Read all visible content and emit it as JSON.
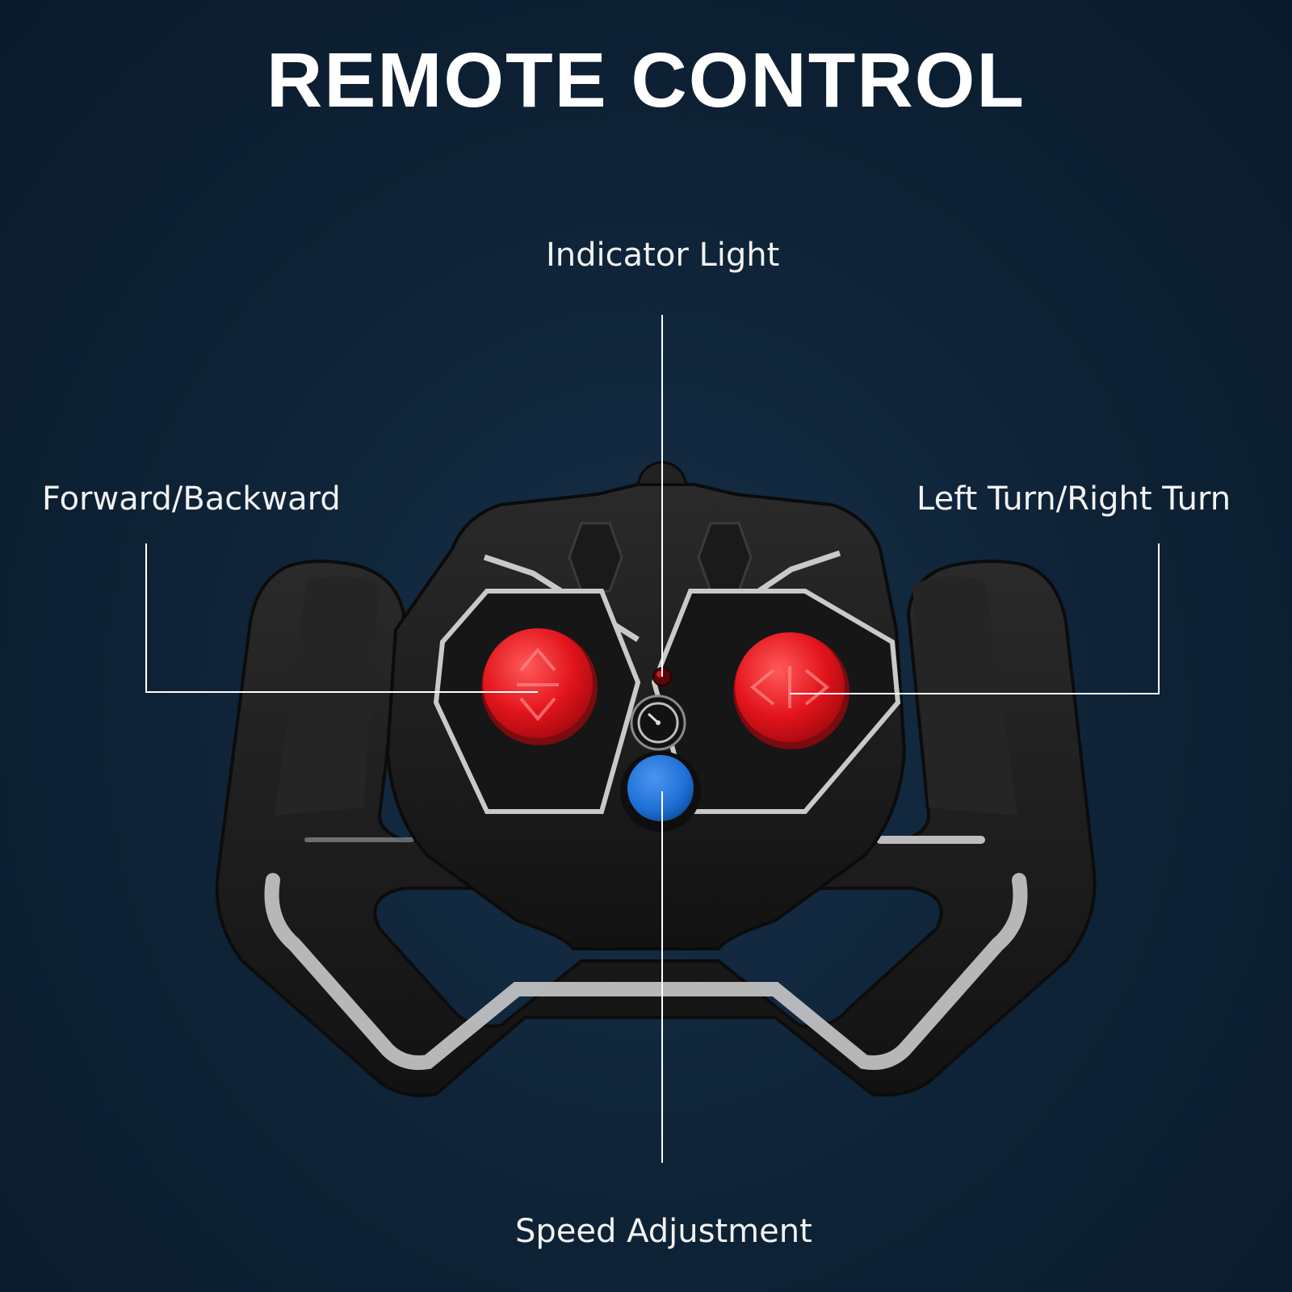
{
  "title": "REMOTE CONTROL",
  "callouts": {
    "indicator_light": "Indicator Light",
    "forward_backward": "Forward/Backward",
    "left_right_turn": "Left Turn/Right Turn",
    "speed_adjustment": "Speed Adjustment"
  },
  "colors": {
    "background": "#0f2438",
    "controller_body": "#1c1c1c",
    "trim": "#bfbfbf",
    "joystick": "#e3141b",
    "speed_button": "#1e6fd6",
    "callout_line": "#ffffff"
  }
}
